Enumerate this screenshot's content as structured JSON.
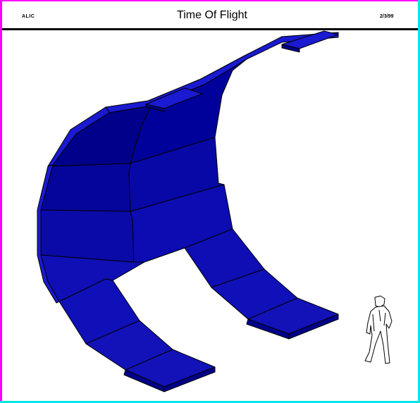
{
  "header": {
    "left_label": "ALIC",
    "title": "Time Of Flight",
    "right_label": "2/3/99"
  },
  "colors": {
    "frame_left_top": "#ff00ff",
    "frame_right_bottom": "#00e5e5",
    "detector_front_dark": "#00008a",
    "detector_front_mid": "#0a0aa8",
    "detector_front_light": "#1212b8",
    "detector_edge": "#1a1ad0",
    "outline": "#000000",
    "background": "#ffffff"
  },
  "scale_figure": {
    "icon": "human-figure-icon"
  }
}
